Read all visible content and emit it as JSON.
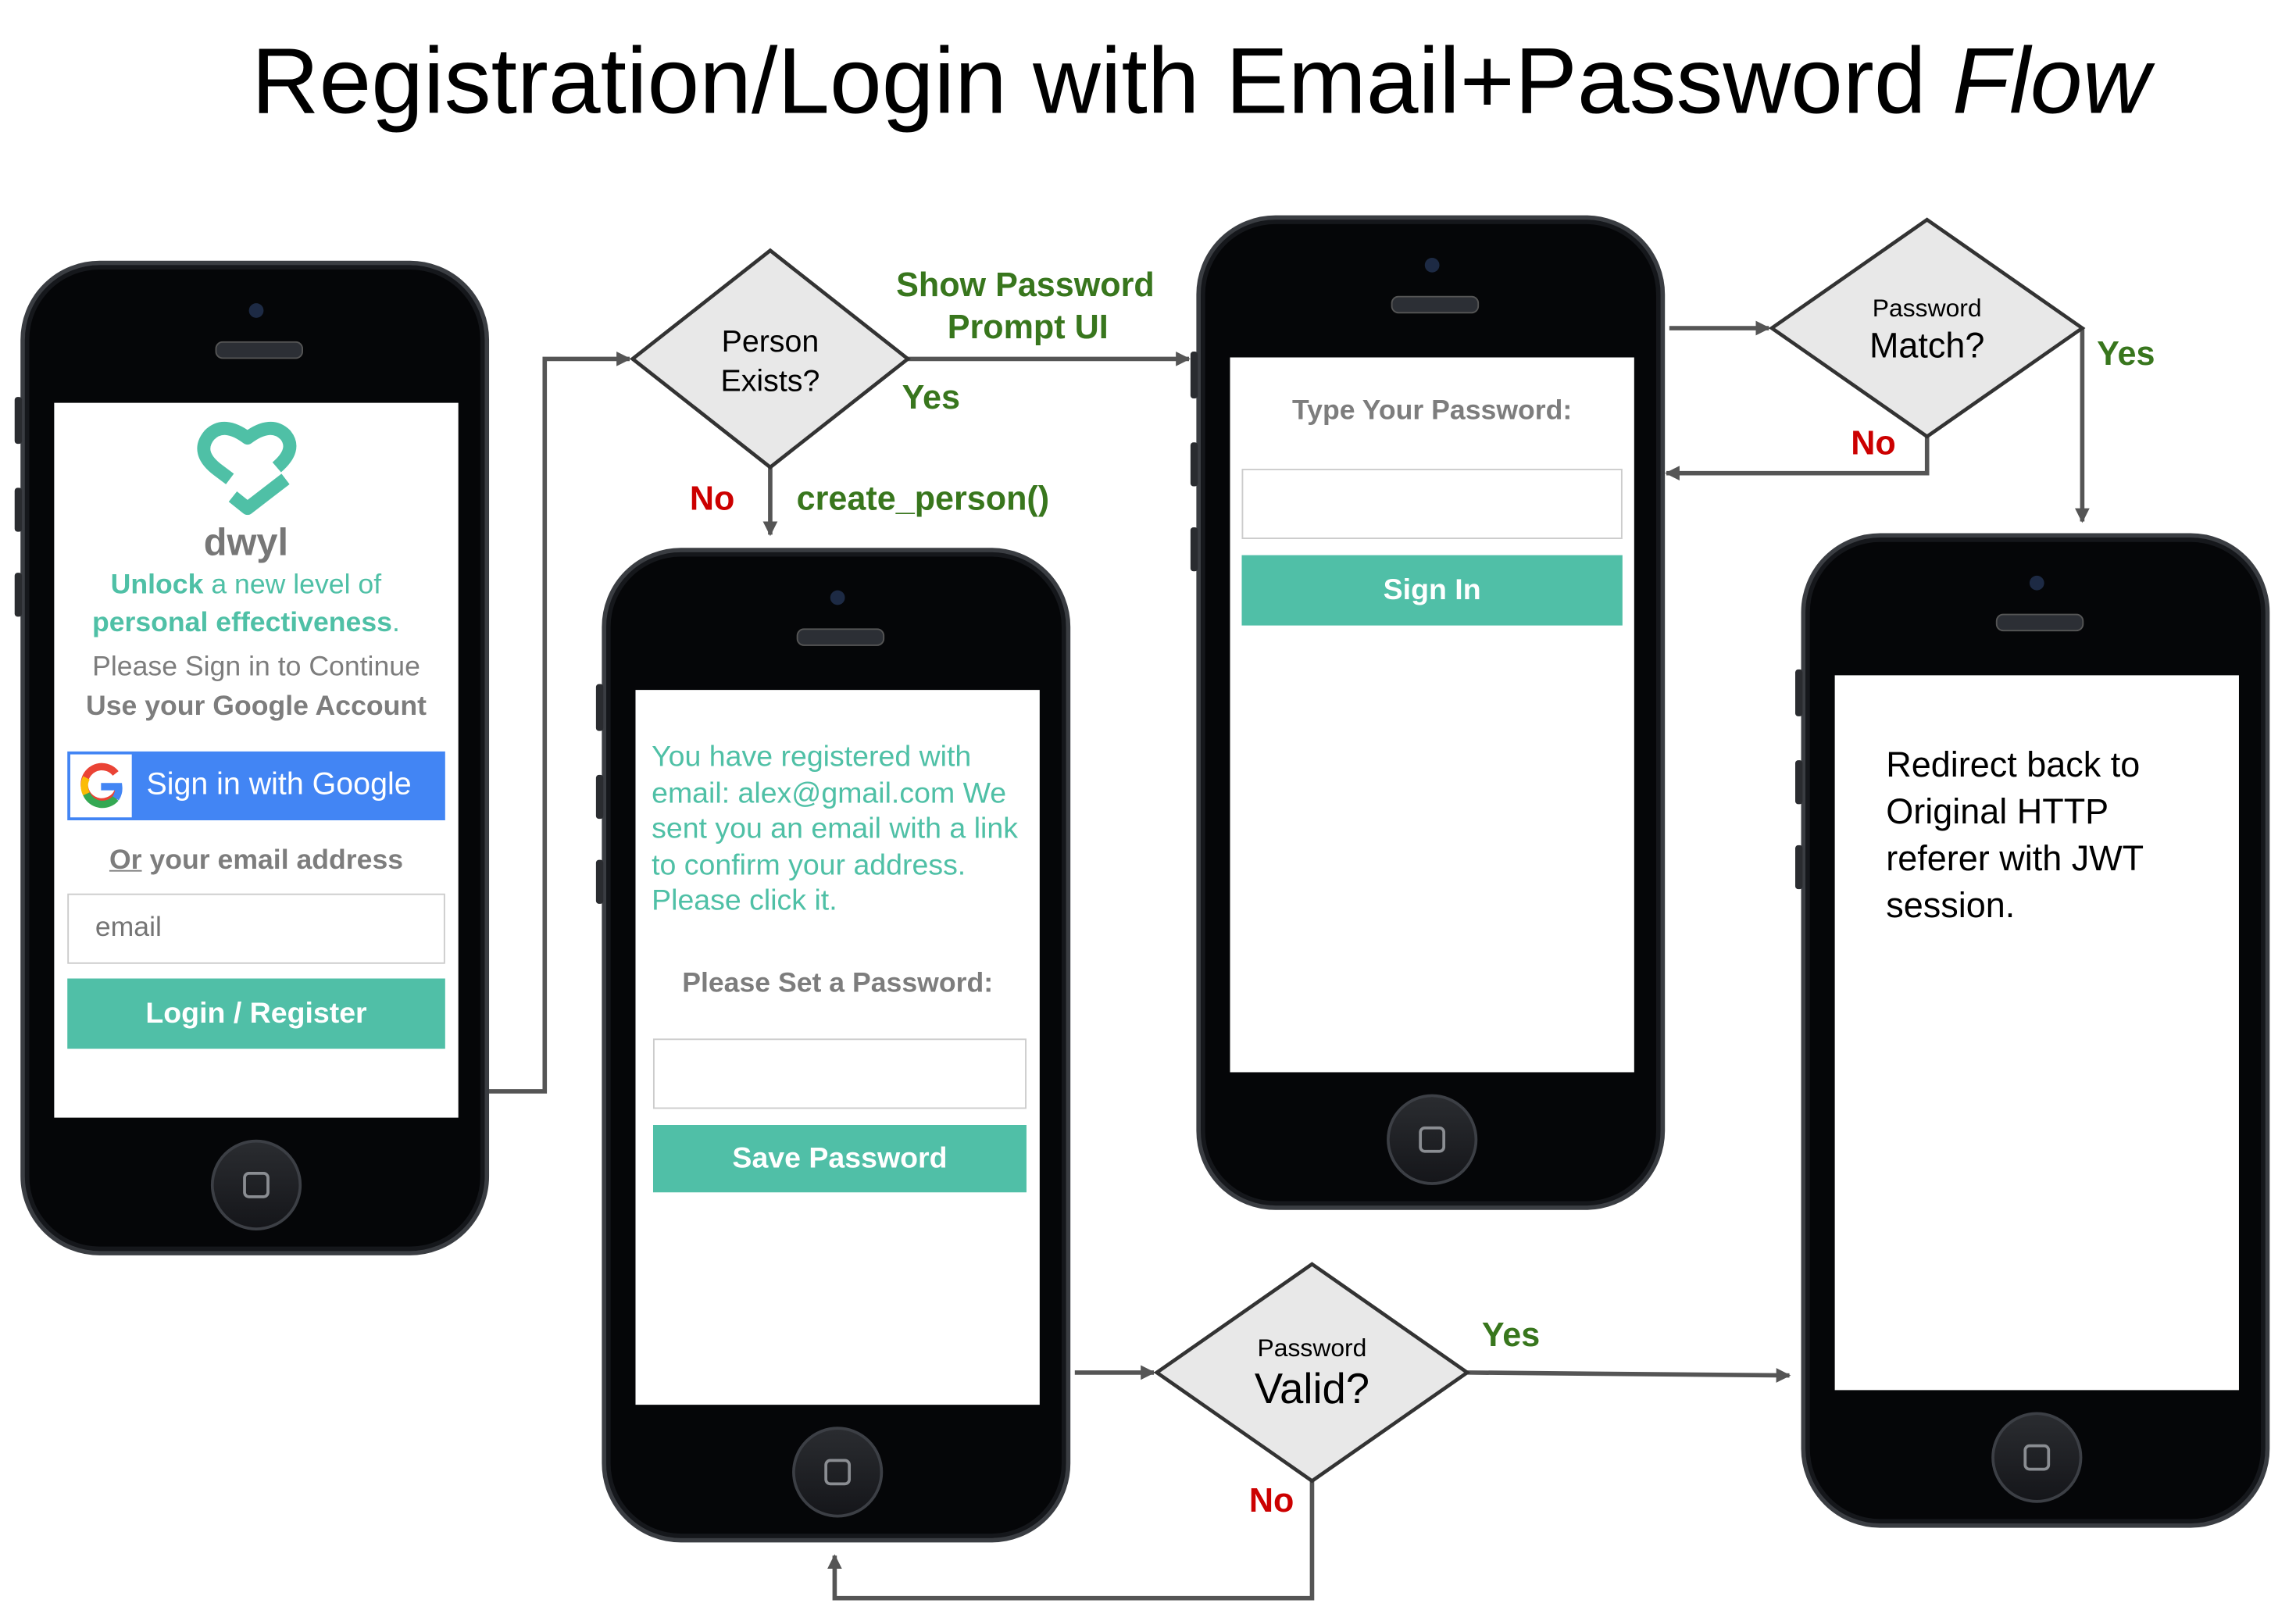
{
  "title": {
    "main": "Registration/Login with Email+Password",
    "emphasis": "Flow"
  },
  "colors": {
    "accent": "#50bfa7",
    "google_blue": "#4285f4",
    "yes_green": "#38761d",
    "no_red": "#cc0000",
    "diamond_fill": "#e8e8e8"
  },
  "phone1": {
    "logo_text": "dwyl",
    "tagline_bold1": "Unlock",
    "tagline_rest1": " a new level of",
    "tagline_bold2": "personal effectiveness",
    "tagline_end": ".",
    "please_sign_in": "Please Sign in to Continue",
    "use_google": "Use your Google Account",
    "google_button": "Sign in with Google",
    "or_prefix": "Or",
    "or_rest": " your email address",
    "email_placeholder": "email",
    "login_button": "Login / Register"
  },
  "phone2": {
    "message": "You have registered with email: alex@gmail.com We sent you an email with a link to confirm your address. Please click it.",
    "set_password_label": "Please Set a Password:",
    "save_button": "Save Password"
  },
  "phone3": {
    "type_password_label": "Type Your Password:",
    "sign_in_button": "Sign In"
  },
  "phone4": {
    "message": "Redirect back to Original HTTP referer with JWT session."
  },
  "decisions": {
    "person_exists": {
      "line1": "Person",
      "line2": "Exists?"
    },
    "password_match": {
      "line1": "Password",
      "line2": "Match?"
    },
    "password_valid": {
      "line1": "Password",
      "line2": "Valid?"
    }
  },
  "edge_labels": {
    "show_prompt_1": "Show Password",
    "show_prompt_2": "Prompt UI",
    "exists_yes": "Yes",
    "exists_no": "No",
    "create_person": "create_person()",
    "match_yes": "Yes",
    "match_no": "No",
    "valid_yes": "Yes",
    "valid_no": "No"
  }
}
